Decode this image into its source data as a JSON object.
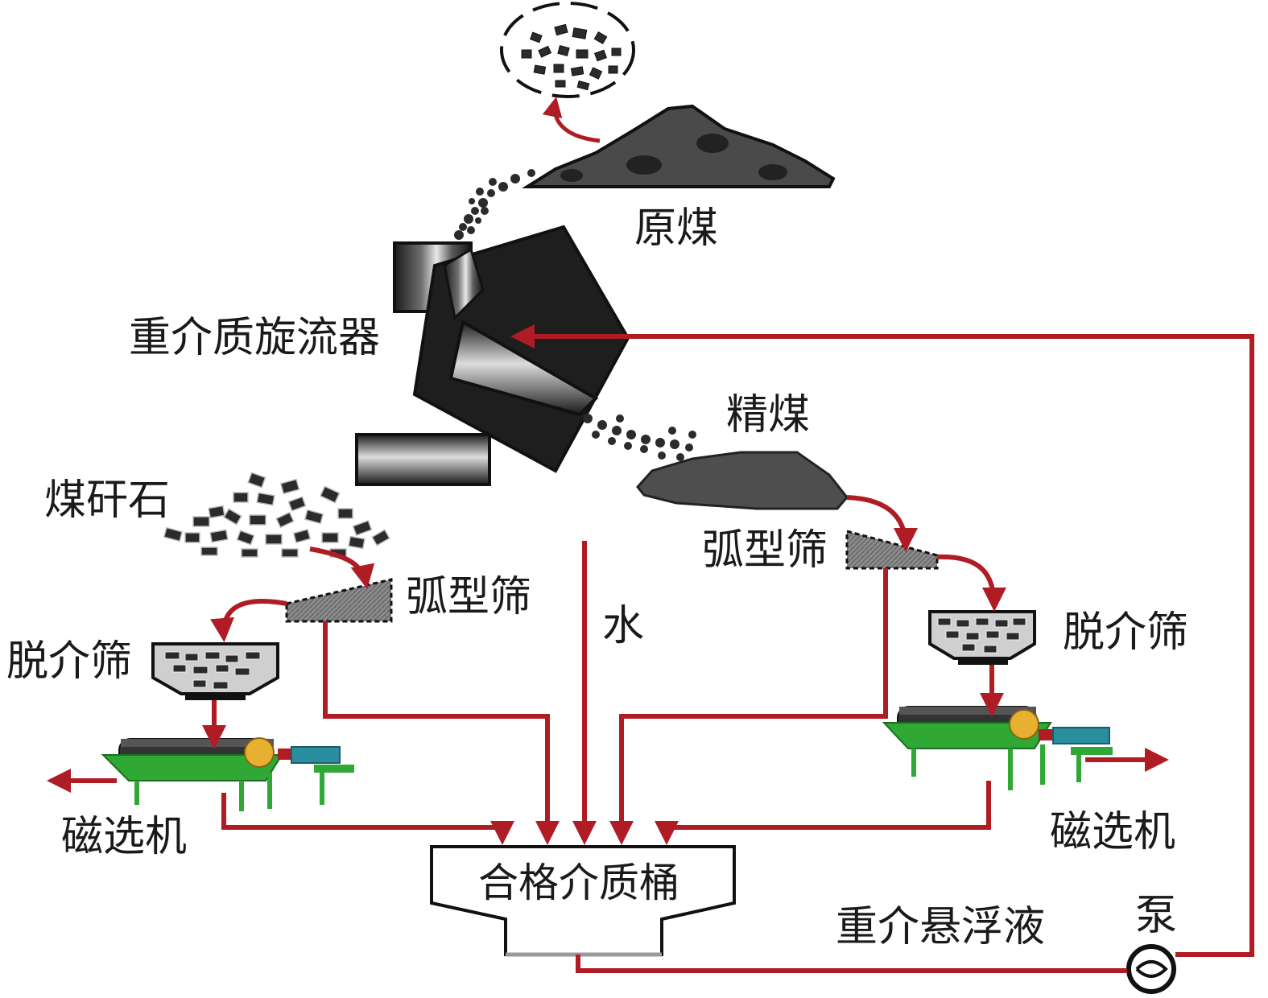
{
  "labels": {
    "raw_coal": "原煤",
    "cyclone": "重介质旋流器",
    "clean_coal": "精煤",
    "gangue": "煤矸石",
    "sieve_bend_left": "弧型筛",
    "sieve_bend_right": "弧型筛",
    "water": "水",
    "drain_screen_left": "脱介筛",
    "drain_screen_right": "脱介筛",
    "magnetic_separator_left": "磁选机",
    "magnetic_separator_right": "磁选机",
    "medium_tank": "合格介质桶",
    "dense_medium_suspension": "重介悬浮液",
    "pump": "泵"
  },
  "colors": {
    "flow_line": "#b01c24",
    "coal": "#2b2b2b",
    "machine_green": "#2fa836",
    "outline": "#111111"
  }
}
